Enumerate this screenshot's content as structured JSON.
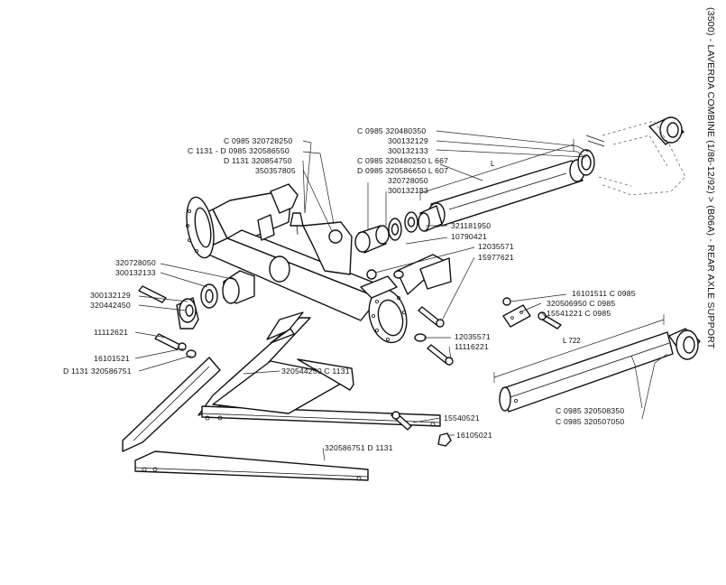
{
  "title": "(3500) - LAVERDA COMBINE (1/86-12/92) > (B06A) - REAR AXLE SUPPORT",
  "labels": {
    "l1": "C 0985  320728250",
    "l2": "C 1131 - D 0985  320586550",
    "l3": "D 1131  320854750",
    "l4": "350357805",
    "l5": "C 0985  320480350",
    "l6": "300132129",
    "l7": "300132133",
    "l8": "C 0985  320480250  L   667",
    "l9": "D 0985  320586650  L   607",
    "l10": "320728050",
    "l11": "300132133",
    "l12": "321181950",
    "l13": "10790421",
    "l14": "12035571",
    "l15": "15977621",
    "l16": "320728050",
    "l17": "300132133",
    "l18": "300132129",
    "l19": "320442450",
    "l20": "11112621",
    "l21": "16101521",
    "l22": "D 1131  320586751",
    "l23": "320544250  C 1131",
    "l24": "12035571",
    "l25": "11116221",
    "l26": "16101511   C 0985",
    "l27": "320506950  C 0985",
    "l28": "15541221   C 0985",
    "l29": "15540521",
    "l30": "16105021",
    "l31": "320586751  D 1131",
    "l32": "C 0985  320508350",
    "l33": "C 0985  320507050"
  },
  "dimensions": {
    "shaft_L": "L",
    "bar_L": "L  722"
  }
}
